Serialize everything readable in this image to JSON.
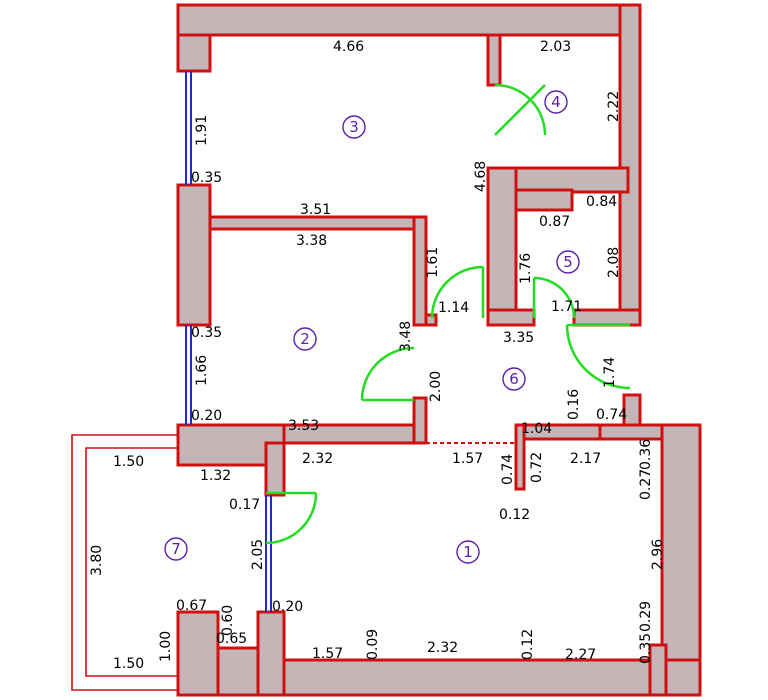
{
  "plan": {
    "colors": {
      "wall_outline": "#d01010",
      "wall_fill": "#c4b6b6",
      "door": "#22dd22",
      "window": "#1a2fbf",
      "room_number": "#5b1fa6"
    },
    "rooms": [
      {
        "number": "1"
      },
      {
        "number": "2"
      },
      {
        "number": "3"
      },
      {
        "number": "4"
      },
      {
        "number": "5"
      },
      {
        "number": "6"
      },
      {
        "number": "7"
      }
    ],
    "dimensions": {
      "d01": "4.66",
      "d02": "2.03",
      "d03": "2.22",
      "d04": "1.91",
      "d05": "4.68",
      "d06": "0.35",
      "d07": "3.51",
      "d08": "0.87",
      "d09": "0.84",
      "d10": "3.38",
      "d11": "1.61",
      "d12": "1.76",
      "d13": "2.08",
      "d14": "1.14",
      "d15": "1.71",
      "d16": "3.48",
      "d17": "0.35",
      "d18": "3.35",
      "d19": "1.66",
      "d20": "2.00",
      "d21": "1.74",
      "d22": "0.16",
      "d23": "0.74",
      "d24": "0.20",
      "d25": "3.53",
      "d26": "1.04",
      "d27": "1.50",
      "d28": "2.32",
      "d29": "1.57",
      "d30": "0.74",
      "d31": "0.72",
      "d32": "2.17",
      "d33": "0.36",
      "d34": "1.32",
      "d35": "0.27",
      "d36": "0.17",
      "d37": "0.12",
      "d38": "3.80",
      "d39": "2.05",
      "d40": "2.96",
      "d41": "0.67",
      "d42": "0.60",
      "d43": "0.20",
      "d44": "0.29",
      "d45": "1.00",
      "d46": "0.65",
      "d47": "1.57",
      "d48": "0.09",
      "d49": "2.32",
      "d50": "0.12",
      "d51": "2.27",
      "d52": "0.35",
      "d53": "1.50"
    }
  }
}
